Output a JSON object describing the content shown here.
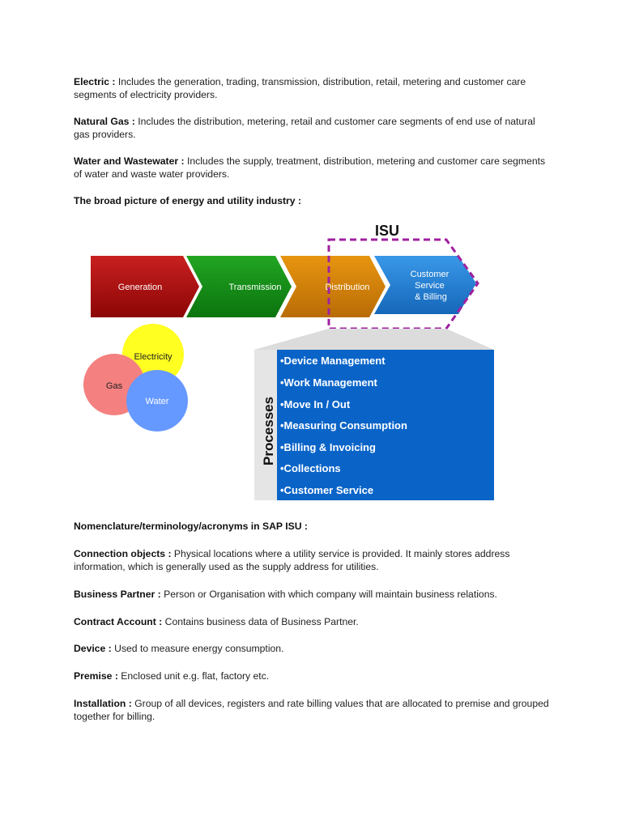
{
  "paragraphs": [
    {
      "term": "Electric :",
      "text": " Includes the generation, trading, transmission, distribution, retail, metering and customer care segments of electricity providers."
    },
    {
      "term": "Natural Gas :",
      "text": " Includes the distribution, metering, retail and customer care segments of end use of natural gas providers."
    },
    {
      "term": "Water and Wastewater :",
      "text": " Includes the supply, treatment, distribution, metering and customer care segments of water and waste water providers."
    }
  ],
  "heading_broad": "The broad picture of energy and utility industry :",
  "diagram": {
    "isu_label": "ISU",
    "chain": [
      {
        "label": "Generation",
        "color": "#a50e0e"
      },
      {
        "label": "Transmission",
        "color": "#0f8a12"
      },
      {
        "label": "Distribution",
        "color": "#d27f0a"
      },
      {
        "label_lines": [
          "Customer",
          "Service",
          "& Billing"
        ],
        "color": "#1e7bd0"
      }
    ],
    "circles": [
      {
        "label": "Electricity",
        "color": "#ffff22"
      },
      {
        "label": "Gas",
        "color": "#f48080"
      },
      {
        "label": "Water",
        "color": "#6699ff"
      }
    ],
    "processes_label": "Processes",
    "processes": [
      "•Device Management",
      "•Work Management",
      "•Move In / Out",
      "•Measuring Consumption",
      "•Billing & Invoicing",
      "•Collections",
      "•Customer Service"
    ],
    "isu_border_color": "#a020a0",
    "process_box_color": "#0a64c8"
  },
  "heading_nomenclature": "Nomenclature/terminology/acronyms in SAP ISU :",
  "definitions": [
    {
      "term": "Connection objects :",
      "text": " Physical locations where a utility service is provided. It mainly stores address information, which is generally used as the supply address for utilities."
    },
    {
      "term": "Business Partner :",
      "text": " Person or Organisation with which company will maintain business relations."
    },
    {
      "term": "Contract Account :",
      "text": " Contains business data of Business Partner."
    },
    {
      "term": "Device :",
      "text": " Used to measure energy consumption."
    },
    {
      "term": "Premise :",
      "text": " Enclosed unit e.g. flat, factory etc."
    },
    {
      "term": "Installation :",
      "text": " Group of all devices, registers and rate billing values that are allocated to premise and grouped together for billing."
    }
  ]
}
